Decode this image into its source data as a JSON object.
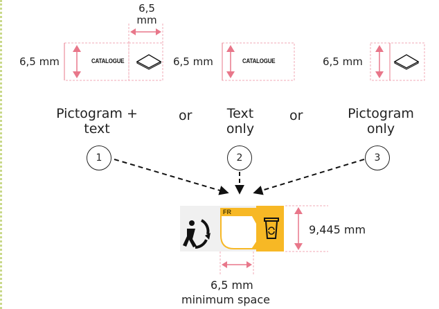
{
  "top_row": {
    "width_label": "6,5\nmm",
    "option1_height": "6,5 mm",
    "option2_height": "6,5 mm",
    "option3_height": "6,5 mm",
    "catalogue_text": "CATALOGUE"
  },
  "options": [
    {
      "number": "1",
      "label": "Pictogram +\ntext"
    },
    {
      "number": "2",
      "label": "Text\nonly"
    },
    {
      "number": "3",
      "label": "Pictogram\nonly"
    }
  ],
  "or_label": "or",
  "triman": {
    "fr_badge": "FR",
    "height_label": "9,445 mm",
    "space_value": "6,5 mm",
    "space_caption": "minimum space"
  },
  "colors": {
    "pink_guide": "#e8778a",
    "pink_dashed": "#f1a9b6",
    "yellow": "#f7b825",
    "left_border": "#c9d98a"
  },
  "icons": [
    "double-arrow-icon",
    "envelope-icon",
    "triman-icon",
    "trash-bin-icon",
    "dashed-arrow-icon"
  ]
}
